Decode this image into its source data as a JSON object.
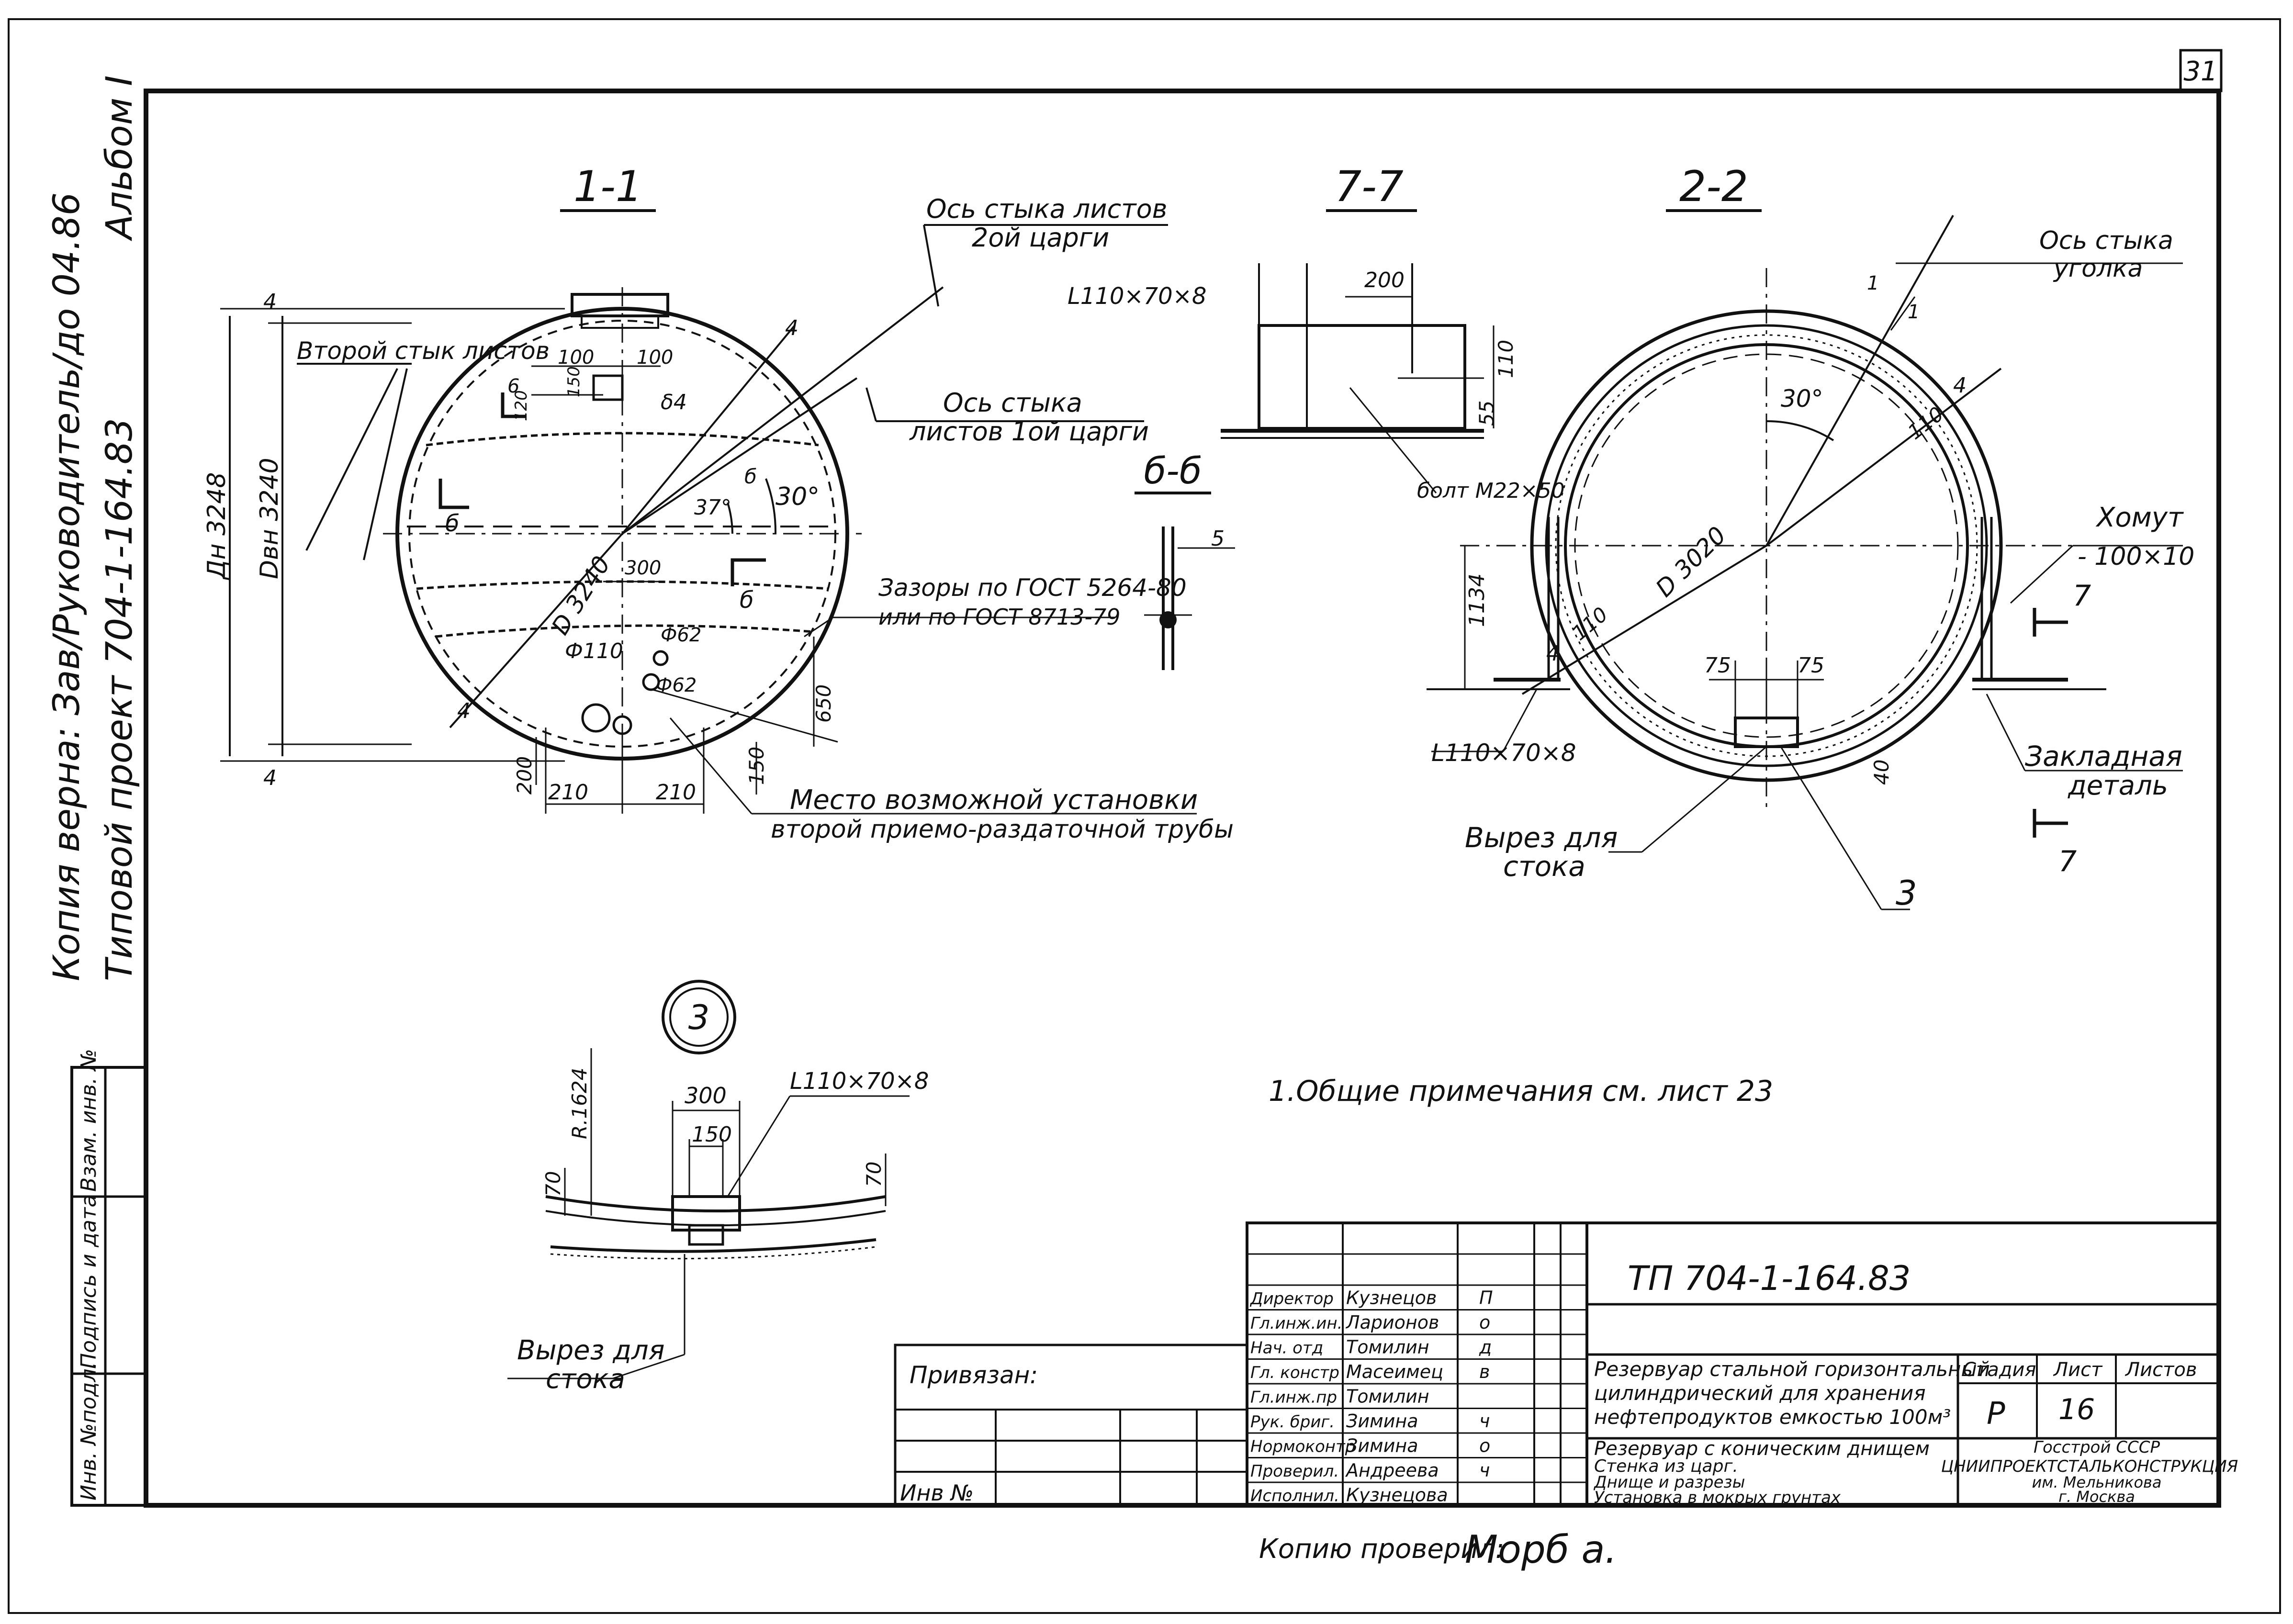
{
  "page_number": "31",
  "side_note": {
    "line1": "Копия верна: Зав/Руководитель/до 04.86",
    "line2": "Типовой проект 704-1-164.83",
    "album": "Альбом I"
  },
  "side_stamp": {
    "inv_podl": "Инв. №подл.",
    "podpis_data": "Подпись и дата",
    "vzam": "Взам. инв. №"
  },
  "section_1_1": {
    "title": "1-1",
    "vtoroi_styk": "Второй стык листов",
    "os_styka_2": "Ось стыка листов",
    "os_styka_2b": "2ой царги",
    "os_styka_1": "Ось стыка",
    "os_styka_1b": "листов 1ой царги",
    "dim_dn": "Дн 3248",
    "dim_dvn": "Dвн 3240",
    "dim_d": "D 3240",
    "dim_4a": "4",
    "dim_4b": "4",
    "dim_4c": "4",
    "dim_4d": "4",
    "dim_100a": "100",
    "dim_100b": "100",
    "dim_150a": "150",
    "dim_120": "120",
    "dim_6a": "6",
    "dim_d4": "δ4",
    "angle_37": "37°",
    "angle_30": "30°",
    "cut_b1": "б",
    "cut_b2": "б",
    "cut_b3": "б",
    "dim_300": "300",
    "dim_f110": "Ф110",
    "dim_f62a": "Ф62",
    "dim_f62b": "Ф62",
    "dim_650": "650",
    "dim_150b": "150",
    "dim_200": "200",
    "dim_210a": "210",
    "dim_210b": "210",
    "zazory1": "Зазоры по ГОСТ 5264-80",
    "zazory2": "или по ГОСТ 8713-79",
    "mesto1": "Место возможной установки",
    "mesto2": "второй приемо-раздаточной трубы"
  },
  "section_7_7": {
    "title": "7-7",
    "angle": "L110×70×8",
    "dim_200": "200",
    "dim_110": "110",
    "dim_55": "55",
    "bolt": "болт М22×50"
  },
  "section_b_b": {
    "title": "б-б",
    "dim_5": "5"
  },
  "section_2_2": {
    "title": "2-2",
    "os_styka": "Ось стыка",
    "ugolka": "уголка",
    "dim_1a": "1",
    "dim_1b": "1",
    "dim_4a": "4",
    "dim_4b": "4",
    "dim_110a": "110",
    "dim_110b": "110",
    "angle_30": "30°",
    "dim_d": "D 3020",
    "dim_1134": "1134",
    "khomut": "Хомут",
    "khomut_size": "- 100×10",
    "cut_7a": "7",
    "cut_7b": "7",
    "dim_75a": "75",
    "dim_75b": "75",
    "dim_40": "40",
    "angle": "L110×70×8",
    "zakladnaya1": "Закладная",
    "zakladnaya2": "деталь",
    "vyrez1": "Вырез для",
    "vyrez2": "стока",
    "leader_3": "3"
  },
  "detail_3": {
    "marker": "3",
    "radius": "R.1624",
    "dim_300": "300",
    "dim_150": "150",
    "dim_70a": "70",
    "dim_70b": "70",
    "angle": "L110×70×8",
    "vyrez1": "Вырез для",
    "vyrez2": "стока"
  },
  "note": "1.Общие примечания см. лист 23",
  "title_block": {
    "code": "ТП 704-1-164.83",
    "privyazan": "Привязан:",
    "inv_no": "Инв №",
    "roles": [
      {
        "role": "Директор",
        "name": "Кузнецов",
        "sign": "П"
      },
      {
        "role": "Гл.инж.ин.",
        "name": "Ларионов",
        "sign": "о"
      },
      {
        "role": "Нач. отд",
        "name": "Томилин",
        "sign": "д"
      },
      {
        "role": "Гл. констр",
        "name": "Масеимец",
        "sign": "в"
      },
      {
        "role": "Гл.инж.пр",
        "name": "Томилин",
        "sign": ""
      },
      {
        "role": "Рук. бриг.",
        "name": "Зимина",
        "sign": "ч"
      },
      {
        "role": "Нормоконтр",
        "name": "Зимина",
        "sign": "о"
      },
      {
        "role": "Проверил.",
        "name": "Андреева",
        "sign": "ч"
      },
      {
        "role": "Исполнил.",
        "name": "Кузнецова",
        "sign": ""
      }
    ],
    "desc1a": "Резервуар стальной горизонтальный",
    "desc1b": "цилиндрический для хранения",
    "desc1c": "нефтепродуктов емкостью 100м³",
    "desc2a": "Резервуар с коническим днищем",
    "desc2b": "Стенка из царг.",
    "desc2c": "Днище и разрезы",
    "desc2d": "Установка в мокрых грунтах",
    "stadia_label": "Стадия",
    "list_label": "Лист",
    "listov_label": "Листов",
    "stadia": "Р",
    "list": "16",
    "org1": "Госстрой СССР",
    "org2": "ЦНИИПРОЕКТСТАЛЬКОНСТРУКЦИЯ",
    "org3": "им. Мельникова",
    "org4": "г. Москва"
  },
  "copy_check": "Копию проверил:",
  "copy_sign": "Морб а."
}
